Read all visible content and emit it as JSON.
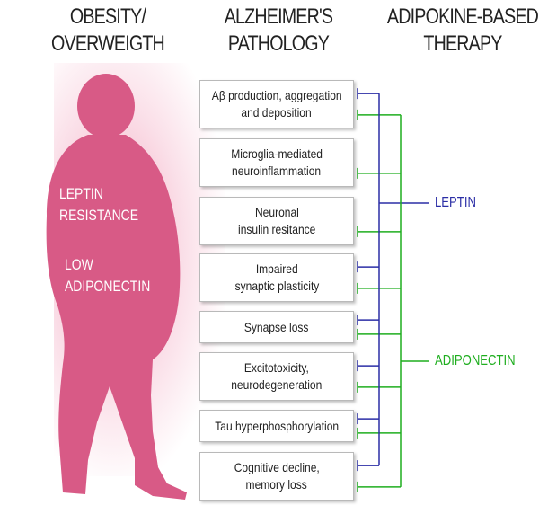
{
  "headers": {
    "obesity": [
      "OBESITY/",
      "OVERWEIGTH"
    ],
    "alzheimers": [
      "ALZHEIMER'S",
      "PATHOLOGY"
    ],
    "therapy": [
      "ADIPOKINE-BASED",
      "THERAPY"
    ]
  },
  "body_labels": {
    "leptin_resistance": [
      "LEPTIN",
      "RESISTANCE"
    ],
    "low_adiponectin": [
      "LOW",
      "ADIPONECTIN"
    ]
  },
  "pathology_boxes": [
    {
      "lines": [
        "Aβ production, aggregation",
        "and deposition"
      ],
      "leptin": true,
      "adiponectin": true
    },
    {
      "lines": [
        "Microglia-mediated",
        "neuroinflammation"
      ],
      "leptin": false,
      "adiponectin": true
    },
    {
      "lines": [
        "Neuronal",
        "insulin resitance"
      ],
      "leptin": false,
      "adiponectin": true
    },
    {
      "lines": [
        "Impaired",
        "synaptic plasticity"
      ],
      "leptin": true,
      "adiponectin": true
    },
    {
      "lines": [
        "Synapse loss"
      ],
      "leptin": true,
      "adiponectin": true
    },
    {
      "lines": [
        "Excitotoxicity,",
        "neurodegeneration"
      ],
      "leptin": true,
      "adiponectin": true
    },
    {
      "lines": [
        "Tau hyperphosphorylation"
      ],
      "leptin": true,
      "adiponectin": true
    },
    {
      "lines": [
        "Cognitive decline,",
        "memory loss"
      ],
      "leptin": true,
      "adiponectin": true
    }
  ],
  "therapies": {
    "leptin": "LEPTIN",
    "adiponectin": "ADIPONECTIN"
  },
  "colors": {
    "body": "#d85a86",
    "leptin": "#2b2ea6",
    "adiponectin": "#1fae1f"
  }
}
